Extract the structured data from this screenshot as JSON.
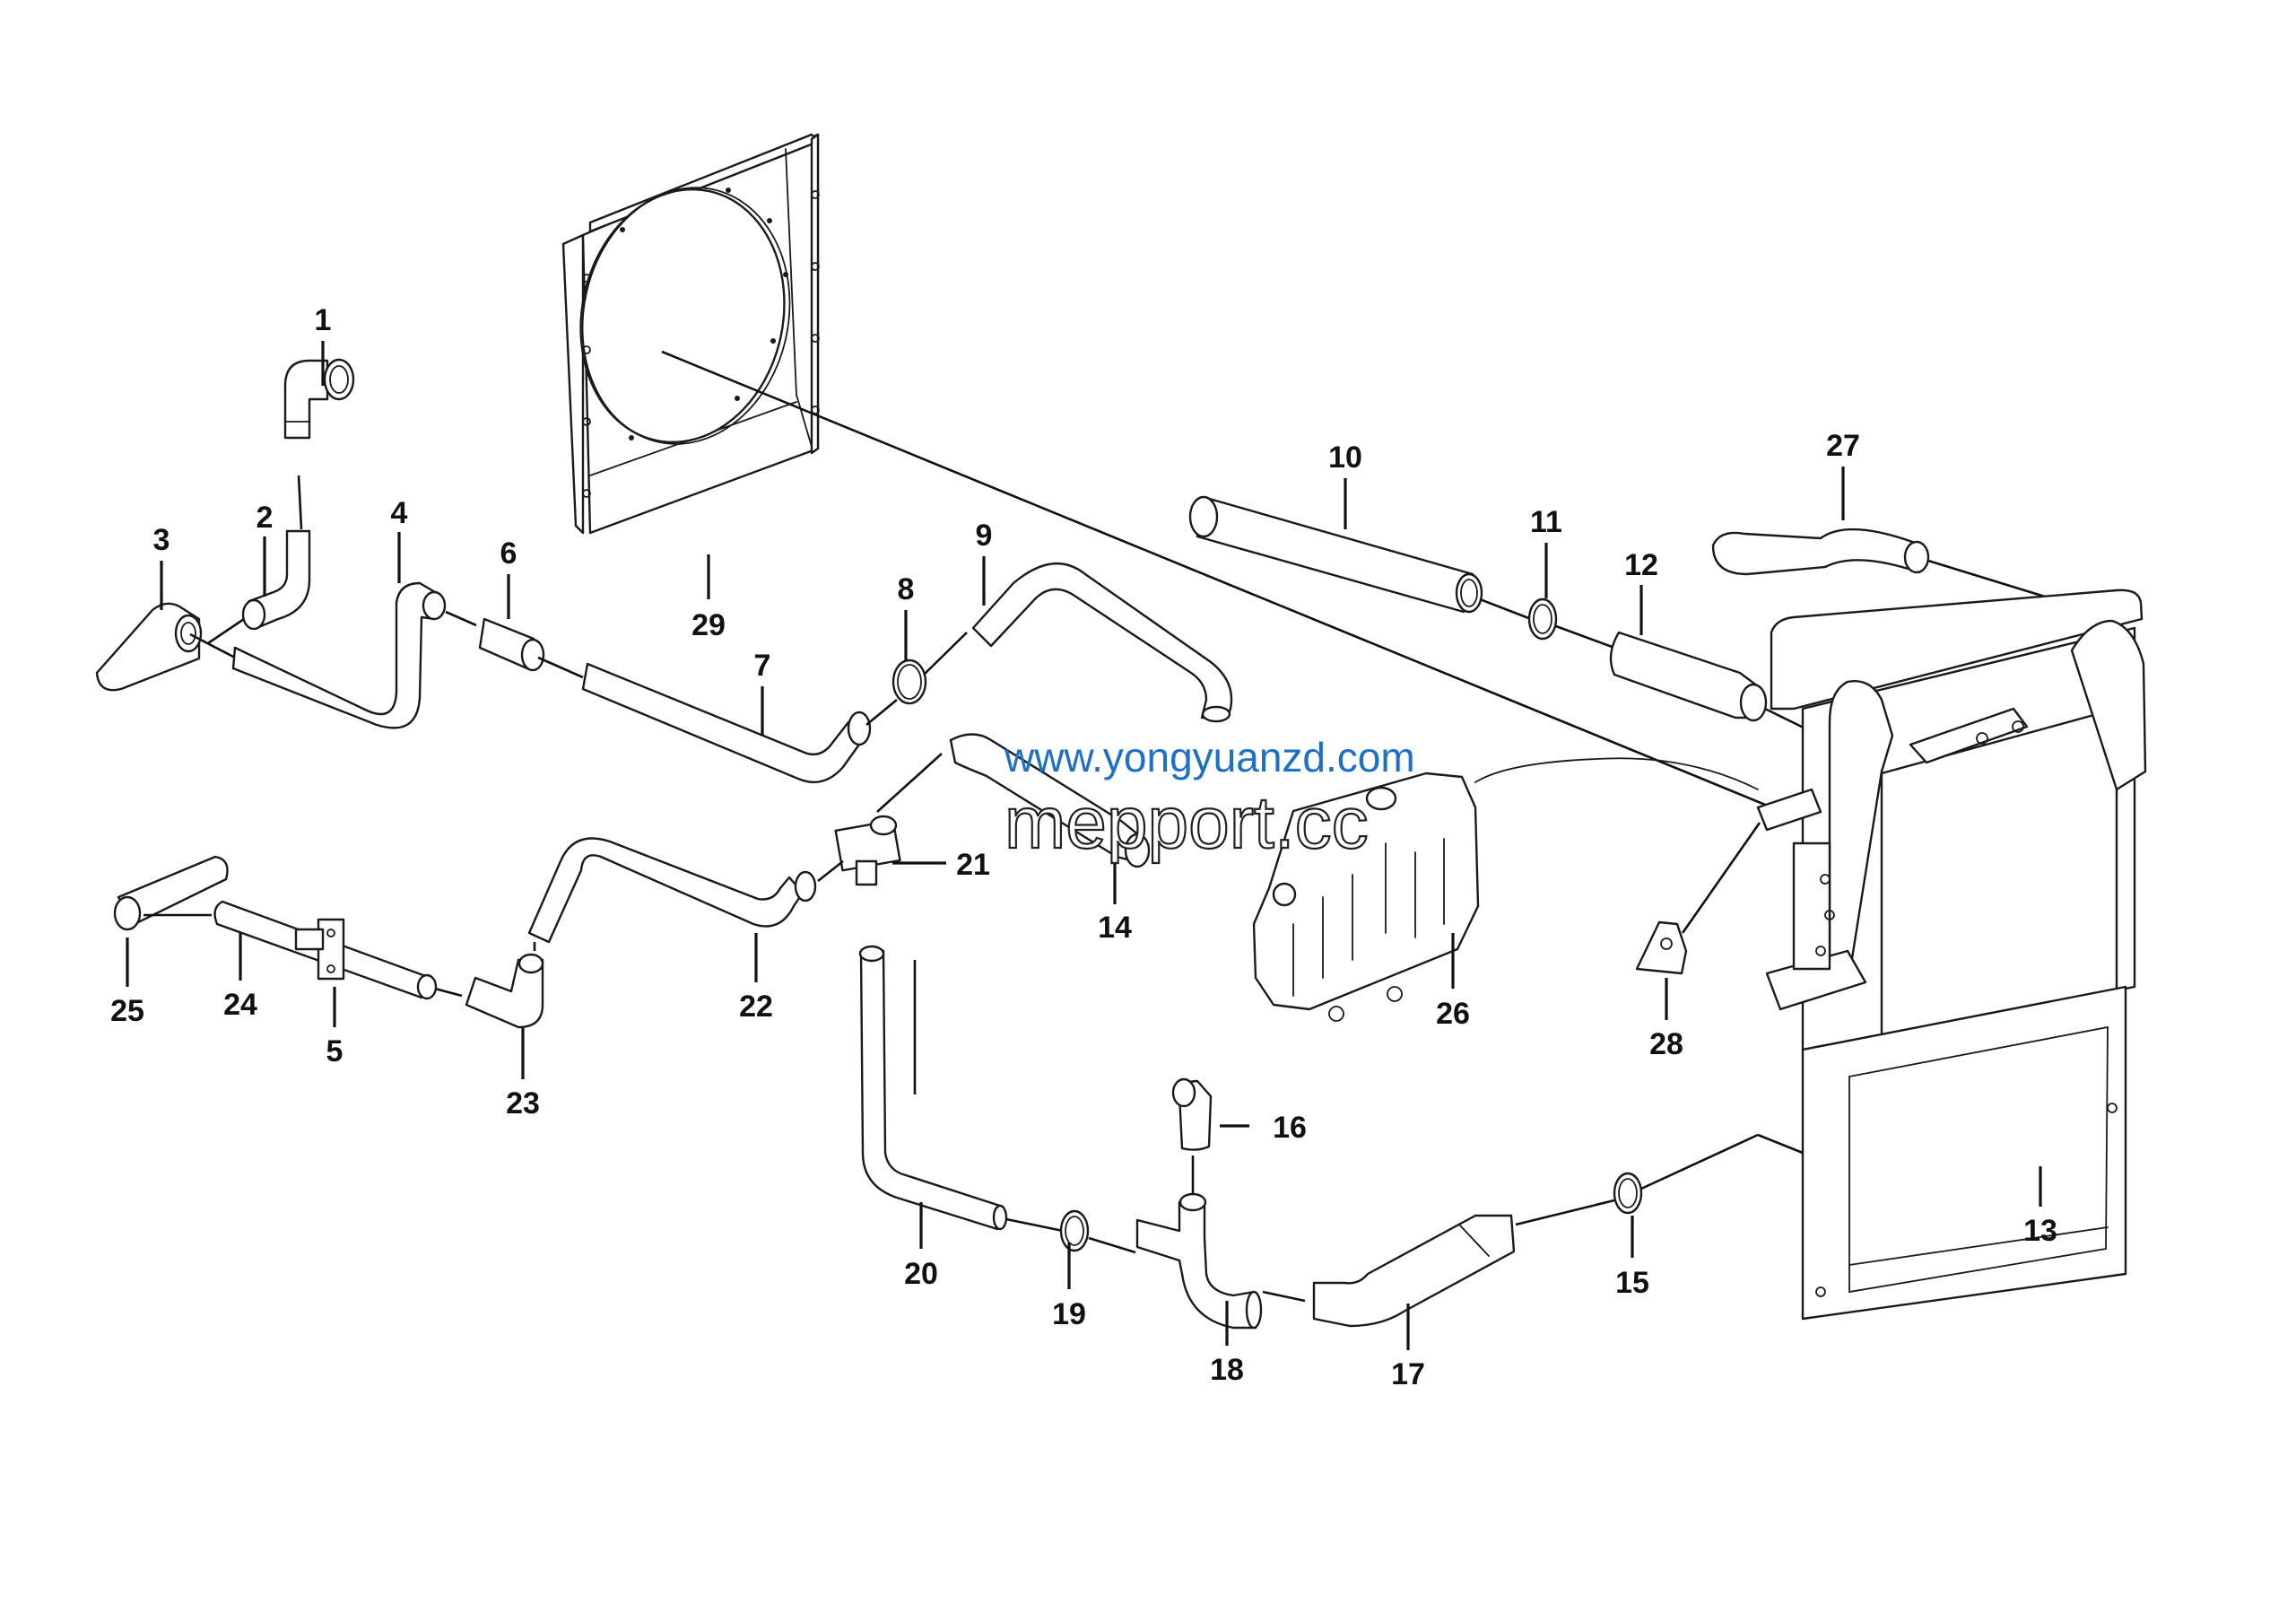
{
  "diagram": {
    "title": "Cooling system hoses and radiator assembly – exploded parts view",
    "watermarks": {
      "primary": "www.yongyuanzd.com",
      "secondary": "mepport.cc",
      "primary_color": "#1e6fc8"
    },
    "callouts": [
      {
        "id": "1",
        "part": "upper elbow hose"
      },
      {
        "id": "2",
        "part": "elbow hose"
      },
      {
        "id": "3",
        "part": "angled hose"
      },
      {
        "id": "4",
        "part": "formed pipe"
      },
      {
        "id": "5",
        "part": "pipe clamp bracket"
      },
      {
        "id": "6",
        "part": "straight hose"
      },
      {
        "id": "7",
        "part": "long pipe"
      },
      {
        "id": "8",
        "part": "hose clamp"
      },
      {
        "id": "9",
        "part": "formed hose"
      },
      {
        "id": "10",
        "part": "charge air pipe"
      },
      {
        "id": "11",
        "part": "hose clamp"
      },
      {
        "id": "12",
        "part": "rubber hose"
      },
      {
        "id": "13",
        "part": "radiator assembly"
      },
      {
        "id": "14",
        "part": "formed hose"
      },
      {
        "id": "15",
        "part": "hose clamp"
      },
      {
        "id": "16",
        "part": "angled hose"
      },
      {
        "id": "17",
        "part": "lower radiator hose"
      },
      {
        "id": "18",
        "part": "tee fitting"
      },
      {
        "id": "19",
        "part": "hose clamp"
      },
      {
        "id": "20",
        "part": "elbow pipe"
      },
      {
        "id": "21",
        "part": "valve"
      },
      {
        "id": "22",
        "part": "formed pipe"
      },
      {
        "id": "23",
        "part": "elbow hose"
      },
      {
        "id": "24",
        "part": "pipe"
      },
      {
        "id": "25",
        "part": "hose"
      },
      {
        "id": "26",
        "part": "expansion tank"
      },
      {
        "id": "27",
        "part": "upper radiator hose"
      },
      {
        "id": "28",
        "part": "support bracket"
      },
      {
        "id": "29",
        "part": "fan shroud"
      }
    ]
  }
}
